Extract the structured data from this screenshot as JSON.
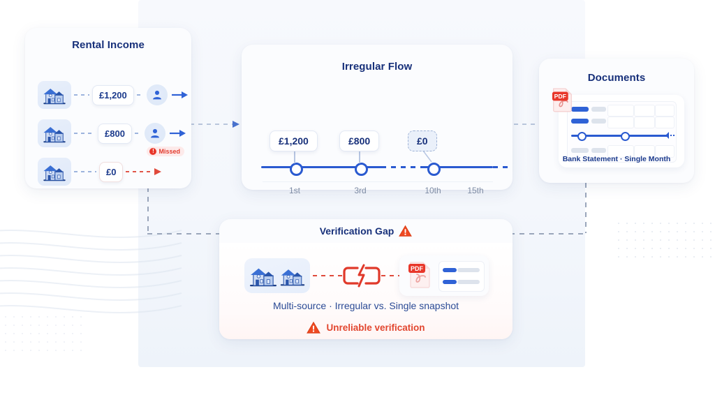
{
  "diagram": {
    "title_hidden": "",
    "panels": {
      "rental": {
        "title": "Rental Income",
        "rows": [
          {
            "amount": "£1,200",
            "icon": "house-icon",
            "person": "person-icon",
            "status": "paid"
          },
          {
            "amount": "£800",
            "icon": "house-icon",
            "person": "person-icon",
            "status": "paid"
          },
          {
            "amount": "£0",
            "icon": "house-icon",
            "person": "none",
            "status": "missed",
            "badge": "Missed",
            "badge_icon": "exclamation-circle-icon"
          }
        ]
      },
      "flow": {
        "title": "Irregular Flow",
        "points": [
          {
            "amount": "£1,200",
            "label": "1st",
            "state": "received"
          },
          {
            "amount": "£800",
            "label": "3rd",
            "state": "received"
          },
          {
            "amount": "£0",
            "label": "10th",
            "state": "missing"
          }
        ],
        "extra_labels": [
          "15th"
        ]
      },
      "documents": {
        "title": "Documents",
        "file_badge": "PDF",
        "caption": "Bank Statement · Single Month"
      },
      "gap": {
        "title": "Verification Gap",
        "title_icon": "warning-triangle-icon",
        "link_icon": "broken-link-icon",
        "file_badge": "PDF",
        "caption": "Multi-source · Irregular vs. Single snapshot",
        "footer": "Unreliable verification",
        "footer_icon": "warning-triangle-icon"
      }
    },
    "colors": {
      "brand_blue": "#2a5ad0",
      "deep_navy": "#17307a",
      "alert_red": "#e2462f",
      "muted_grey": "#7d8ba4",
      "card_bg": "#fbfcfe",
      "page_bg": "#ffffff"
    }
  }
}
